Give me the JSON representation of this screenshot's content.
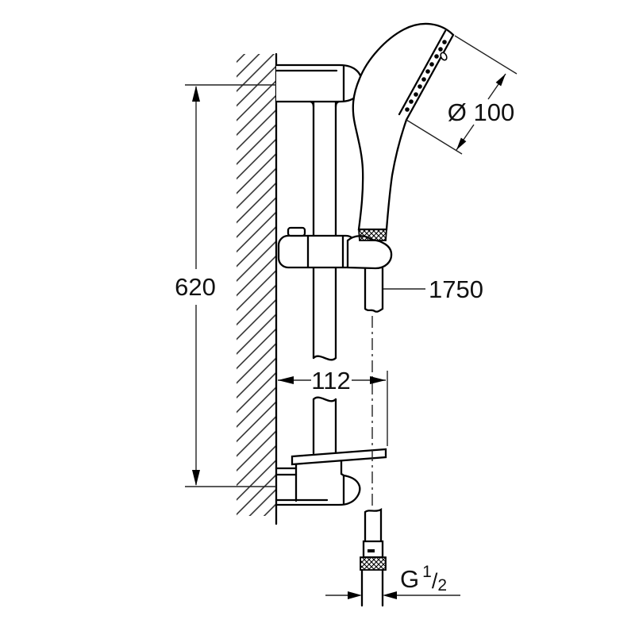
{
  "dimensions": {
    "rail_height": "620",
    "head_diameter": "Ø 100",
    "hose_length": "1750",
    "rail_to_hose_offset": "112",
    "thread": {
      "prefix": "G",
      "numerator": "1",
      "slash": "/",
      "denominator": "2"
    }
  },
  "colors": {
    "line": "#000000",
    "dimension_line": "#222222",
    "background": "#ffffff"
  }
}
